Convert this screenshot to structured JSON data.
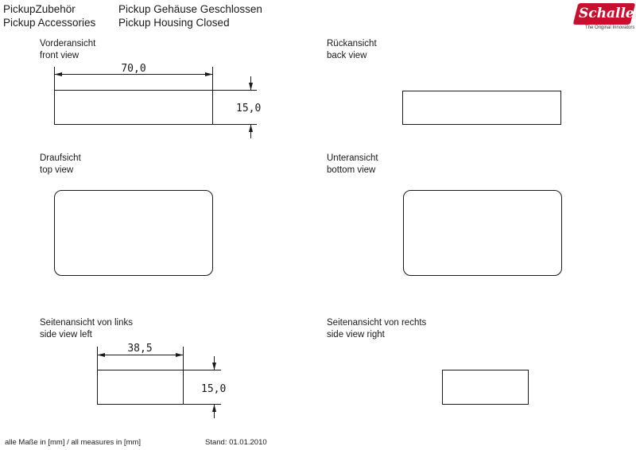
{
  "header": {
    "category_de": "PickupZubehör",
    "category_en": "Pickup Accessories",
    "product_de": "Pickup Gehäuse Geschlossen",
    "product_en": "Pickup Housing Closed"
  },
  "logo": {
    "brand": "Schaller",
    "tagline": "The Original Innovators",
    "color": "#c8102e"
  },
  "views": {
    "front": {
      "label_de": "Vorderansicht",
      "label_en": "front view",
      "dim_width": "70,0",
      "dim_height": "15,0"
    },
    "back": {
      "label_de": "Rückansicht",
      "label_en": "back view"
    },
    "top": {
      "label_de": "Draufsicht",
      "label_en": "top view"
    },
    "bottom": {
      "label_de": "Unteransicht",
      "label_en": "bottom view"
    },
    "side_left": {
      "label_de": "Seitenansicht von links",
      "label_en": "side view left",
      "dim_width": "38,5",
      "dim_height": "15,0"
    },
    "side_right": {
      "label_de": "Seitenansicht von rechts",
      "label_en": "side view right"
    }
  },
  "footer": {
    "measures": "alle Maße in [mm] / all measures in [mm]",
    "date": "Stand: 01.01.2010"
  }
}
